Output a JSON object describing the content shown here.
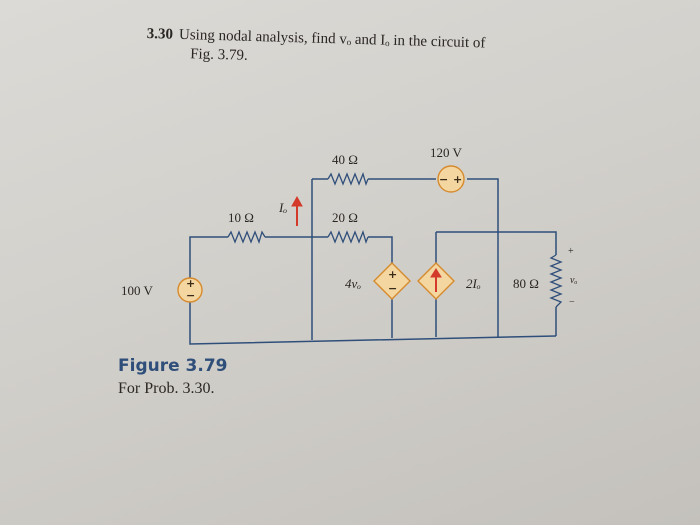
{
  "problem": {
    "number": "3.30",
    "line1": "Using nodal analysis, find vₒ and Iₒ in the circuit of",
    "line2": "Fig. 3.79."
  },
  "circuit": {
    "source_100v": "100 V",
    "source_120v": "120 V",
    "r_40": "40 Ω",
    "r_10": "10 Ω",
    "r_20": "20 Ω",
    "r_80": "80 Ω",
    "current_label": "Iₒ",
    "dep_voltage_label": "4vₒ",
    "dep_current_label": "2Iₒ",
    "vo_label": "vₒ",
    "plus": "+",
    "minus": "−",
    "colors": {
      "wire": "#2f4f7a",
      "source_fill": "#f4d6a0",
      "arrow": "#d33a2a"
    }
  },
  "figure": {
    "title": "Figure 3.79",
    "caption": "For Prob. 3.30."
  }
}
